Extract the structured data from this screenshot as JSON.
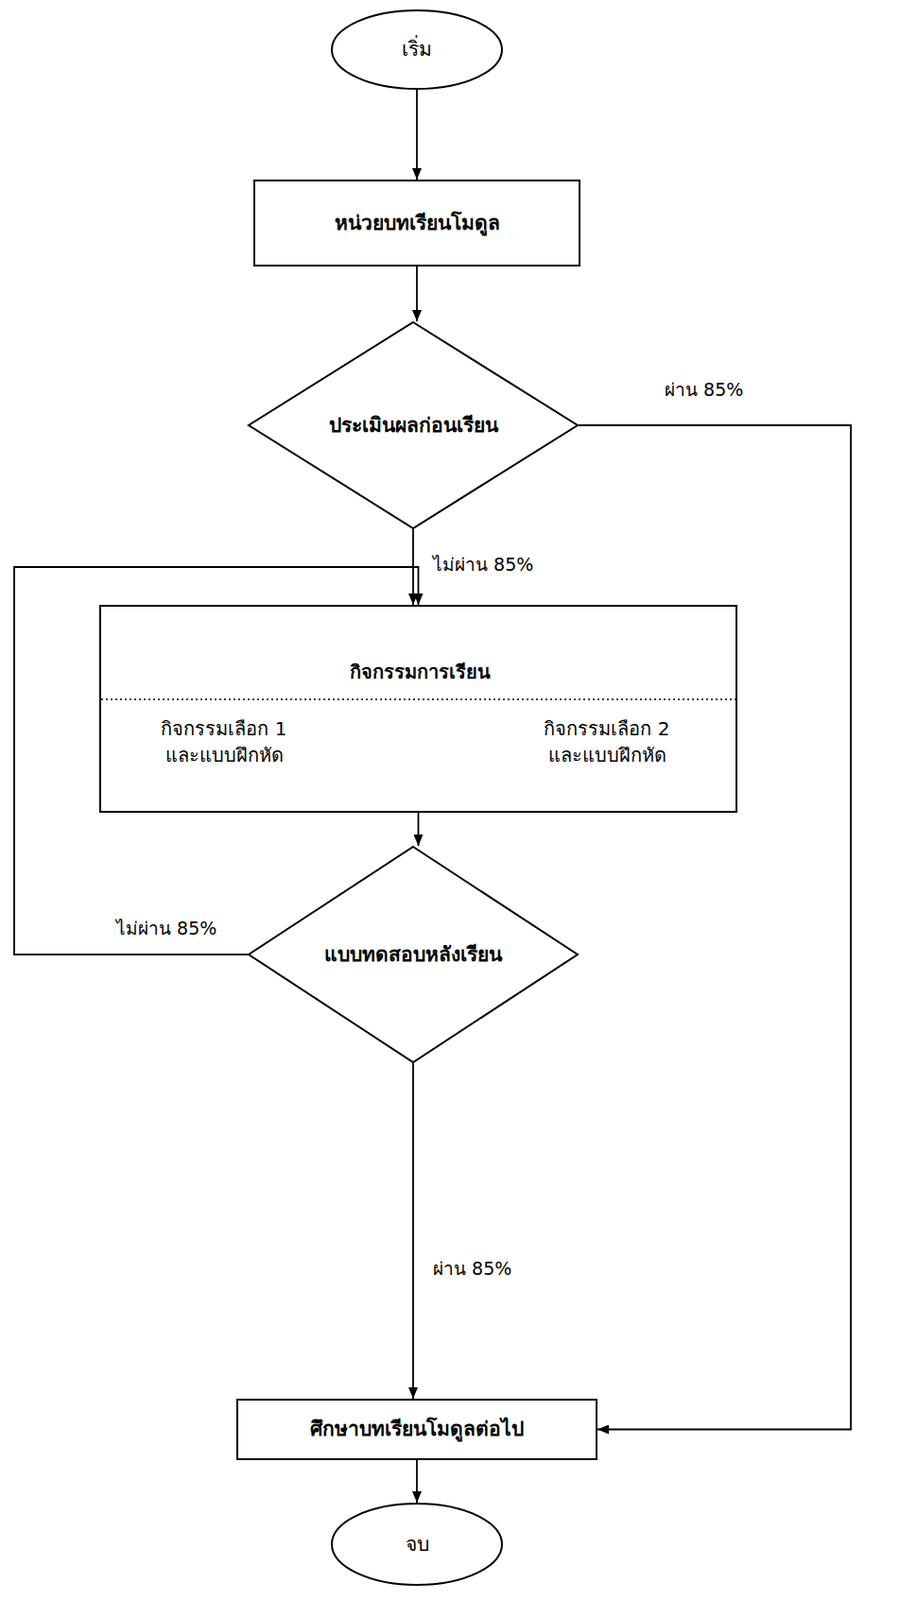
{
  "diagram": {
    "nodes": [
      {
        "text": [
          "เริ่ม"
        ]
      },
      {
        "text": [
          "หน่วยบทเรียนโมดูล"
        ]
      },
      {
        "text": [
          "ประเมินผลก่อนเรียน"
        ]
      },
      {
        "text": [
          "กิจกรรมการเรียน",
          "กิจกรรมเลือก 1 และแบบฝึกหัด",
          "กิจกรรมเลือก 2 และแบบฝึกหัด"
        ]
      },
      {
        "text": [
          "แบบทดสอบหลังเรียน"
        ]
      },
      {
        "text": [
          "ศึกษาบทเรียนโมดูลต่อไป"
        ]
      },
      {
        "text": [
          "จบ"
        ]
      }
    ],
    "edges": [
      {
        "from": 0,
        "to": 1,
        "arrow": "to"
      },
      {
        "from": 1,
        "to": 2,
        "arrow": "to"
      },
      {
        "from": 2,
        "to": 3,
        "label": "ไม่ผ่าน 85%",
        "arrow": "to"
      },
      {
        "from": 2,
        "to": 5,
        "label": "ผ่าน 85%",
        "arrow": "to"
      },
      {
        "from": 3,
        "to": 4,
        "arrow": "to"
      },
      {
        "from": 4,
        "to": 3,
        "label": "ไม่ผ่าน 85%",
        "arrow": "to"
      },
      {
        "from": 4,
        "to": 5,
        "label": "ผ่าน 85%",
        "arrow": "to"
      },
      {
        "from": 5,
        "to": 6,
        "arrow": "to"
      }
    ]
  }
}
